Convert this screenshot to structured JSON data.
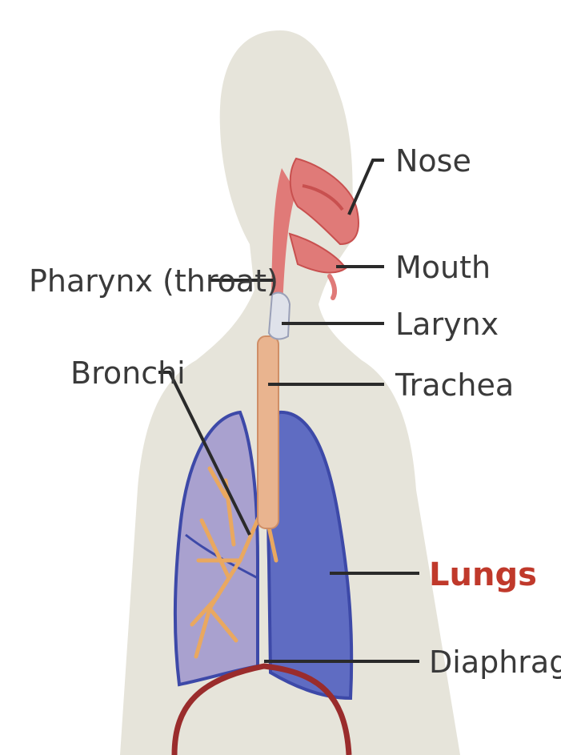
{
  "colors": {
    "silhouette": "#e6e4da",
    "airway": "#e07a78",
    "airway_dark": "#c8504f",
    "trachea": "#e9b48f",
    "lung_left": "#a9a1cf",
    "lung_right": "#5f6cc2",
    "lung_outline": "#3d49a8",
    "bronchi": "#e9a860",
    "diaphragm": "#9a2c2c",
    "larynx": "#dfe2ea",
    "label_text": "#3a3a3a",
    "highlight": "#c0392b"
  },
  "labels": {
    "nose": "Nose",
    "mouth": "Mouth",
    "larynx": "Larynx",
    "trachea": "Trachea",
    "pharynx": "Pharynx (throat)",
    "bronchi": "Bronchi",
    "lungs": "Lungs",
    "diaphragm": "Diaphragm"
  }
}
